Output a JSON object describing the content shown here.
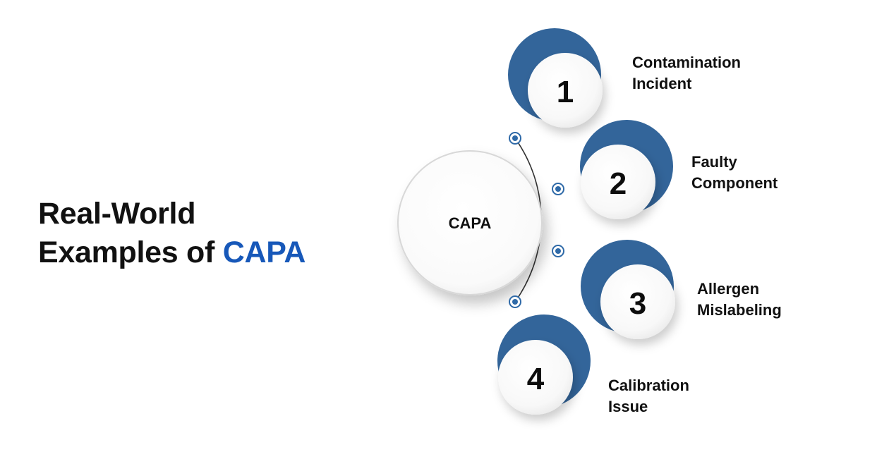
{
  "heading": {
    "line1": "Real-World",
    "line2_prefix": "Examples of",
    "line2_accent": "CAPA"
  },
  "center": {
    "label": "CAPA"
  },
  "items": [
    {
      "number": "1",
      "label": "Contamination\nIncident"
    },
    {
      "number": "2",
      "label": "Faulty\nComponent"
    },
    {
      "number": "3",
      "label": "Allergen\nMislabeling"
    },
    {
      "number": "4",
      "label": "Calibration\nIssue"
    }
  ],
  "colors": {
    "accent_text": "#1758b9",
    "circle_blue": "#33659a",
    "connector_dot": "#2f6aa8",
    "text": "#111111"
  }
}
